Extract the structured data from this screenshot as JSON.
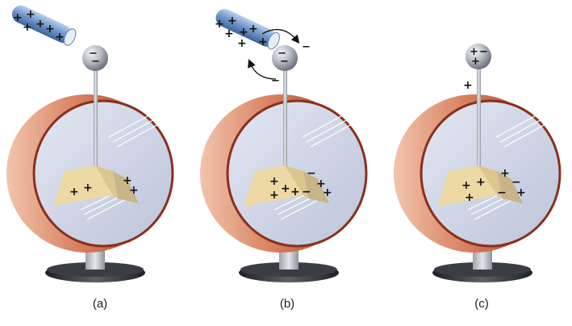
{
  "panels": [
    {
      "id": "a",
      "label": "(a)",
      "rod_charges": [
        "+",
        "+",
        "+",
        "+",
        "+",
        "+"
      ],
      "sphere_charges": [
        "−",
        "−"
      ],
      "leaf_left_charges": [
        "+",
        "+"
      ],
      "leaf_right_charges": [
        "+",
        "+"
      ],
      "rod_present": true,
      "electron_flow_arrows": false
    },
    {
      "id": "b",
      "label": "(b)",
      "rod_charges": [
        "+",
        "+",
        "+",
        "+",
        "+",
        "+",
        "+"
      ],
      "sphere_charges": [
        "−",
        "−"
      ],
      "outside_charges": [
        "−",
        "−"
      ],
      "leaf_left_charges": [
        "+",
        "+",
        "+",
        "+"
      ],
      "leaf_right_charges": [
        "−",
        "−",
        "+",
        "+"
      ],
      "rod_present": true,
      "electron_flow_arrows": true
    },
    {
      "id": "c",
      "label": "(c)",
      "sphere_charges": [
        "+",
        "−",
        "+"
      ],
      "stem_charges": [
        "+"
      ],
      "leaf_left_charges": [
        "+",
        "+",
        "+"
      ],
      "leaf_right_charges": [
        "+",
        "−",
        "−",
        "+"
      ],
      "rod_present": false,
      "electron_flow_arrows": false
    }
  ],
  "colors": {
    "case_rim": "#a8482f",
    "case_highlight": "#e4a48a",
    "glass": "#c9d0e3",
    "leaf": "#ecd9a4",
    "leaf_shadow": "#c9b487",
    "rod": "#6f95c8",
    "sphere": "#9aa0ad",
    "stem": "#c7c9cf",
    "base": "#2d2f33"
  }
}
